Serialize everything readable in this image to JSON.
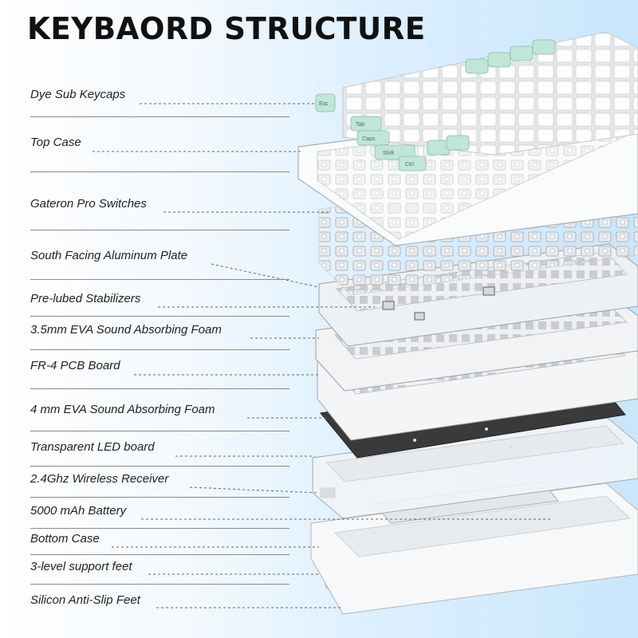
{
  "title": "KEYBAORD STRUCTURE",
  "labels": [
    "Dye Sub Keycaps",
    "Top Case",
    "Gateron Pro Switches",
    "South Facing Aluminum Plate",
    "Pre-lubed Stabilizers",
    "3.5mm EVA Sound Absorbing Foam",
    "FR-4 PCB Board",
    "4 mm EVA  Sound Absorbing Foam",
    "Transparent LED board",
    "2.4Ghz Wireless Receiver",
    "5000 mAh Battery",
    "Bottom Case",
    "3-level support feet",
    "Silicon Anti-Slip Feet"
  ],
  "colors": {
    "keycap_accent": "#bfe6d6",
    "keycap_white": "#f7f8f8",
    "pcb_dark": "#3a3a3a"
  },
  "keycaps": {
    "esc": "Esc",
    "tab": "Tab",
    "caps": "Caps",
    "shift": "Shift",
    "ctrl": "Ctrl"
  }
}
